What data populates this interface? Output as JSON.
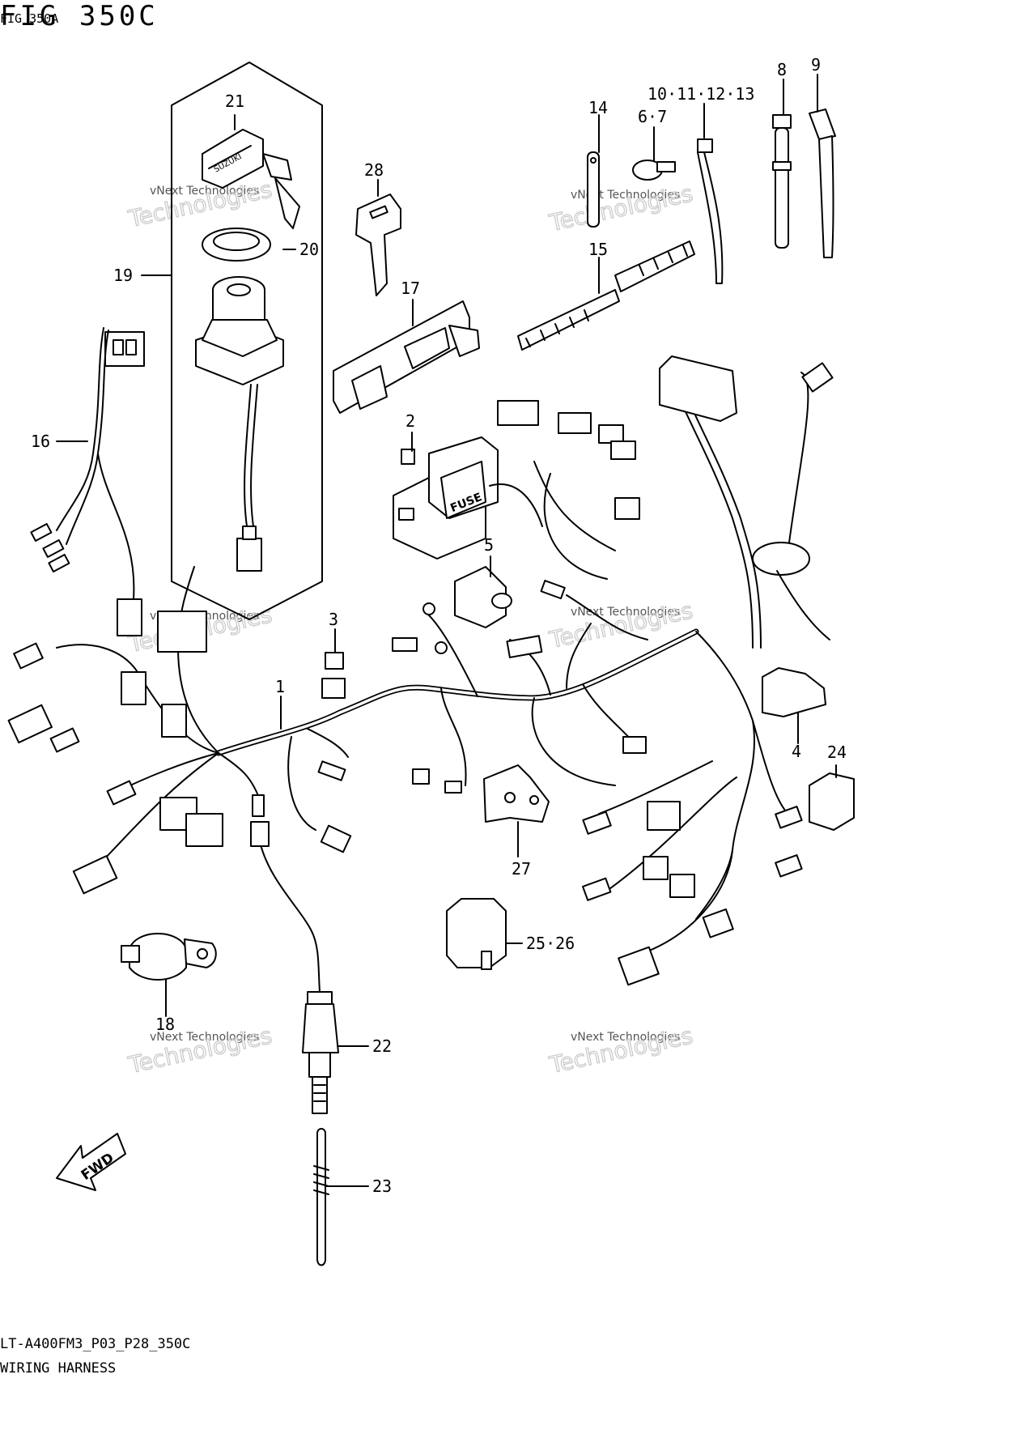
{
  "header": {
    "title": "FIG 350C",
    "subtitle": "FIG 350A"
  },
  "footer": {
    "code": "LT-A400FM3_P03_P28_350C",
    "name": "WIRING HARNESS"
  },
  "watermark": {
    "line1": "vNext Technologies",
    "line2": "Technologies"
  },
  "callouts": [
    "1",
    "2",
    "3",
    "4",
    "5",
    "6·7",
    "8",
    "9",
    "10·11·12·13",
    "14",
    "15",
    "16",
    "17",
    "18",
    "19",
    "20",
    "21",
    "22",
    "23",
    "24",
    "25·26",
    "27",
    "28"
  ],
  "fwd_label": "FWD",
  "fuse_label": "FUSE",
  "key_brand": "SUZUKI"
}
